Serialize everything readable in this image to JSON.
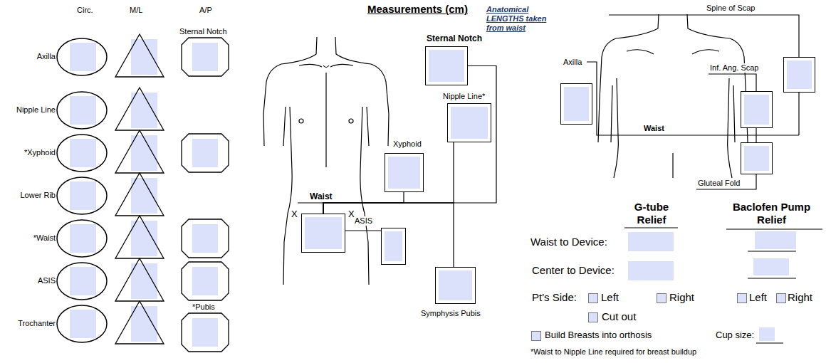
{
  "diagram": {
    "title": "Measurements (cm)",
    "nodes": [
      {
        "text": [
          "Sternal Notch"
        ]
      },
      {
        "text": [
          "Nipple Line*"
        ]
      },
      {
        "text": [
          "Xyphoid"
        ]
      },
      {
        "text": [
          "Waist"
        ]
      },
      {
        "text": [
          "ASIS"
        ]
      },
      {
        "text": [
          "Symphysis Pubis"
        ]
      },
      {
        "text": [
          "Spine of Scap"
        ]
      },
      {
        "text": [
          "Axilla"
        ]
      },
      {
        "text": [
          "Inf. Ang. Scap"
        ]
      },
      {
        "text": [
          "Gluteal Fold"
        ]
      }
    ],
    "edges": [
      {
        "from": 3,
        "to": 0,
        "arrow": "none"
      },
      {
        "from": 3,
        "to": 1,
        "arrow": "none"
      },
      {
        "from": 3,
        "to": 2,
        "arrow": "none"
      },
      {
        "from": 3,
        "to": 4,
        "arrow": "none"
      },
      {
        "from": 3,
        "to": 5,
        "arrow": "none"
      }
    ],
    "labels": [
      "Anatomical LENGTHS taken from waist",
      "Circ.",
      "M/L",
      "A/P",
      "Sternal Notch",
      "Axilla",
      "Nipple Line",
      "*Xyphoid",
      "Lower Rib",
      "*Waist",
      "ASIS",
      "Trochanter",
      "*Pubis",
      "X",
      "X",
      "Waist",
      "G-tube Relief",
      "Baclofen Pump Relief",
      "Waist to Device:",
      "Center to Device:",
      "Pt's Side:",
      "Left",
      "Right",
      "Cut out",
      "Left",
      "Right",
      "Build Breasts into orthosis",
      "Cup size:",
      "*Waist to Nipple Line required for breast buildup"
    ]
  }
}
